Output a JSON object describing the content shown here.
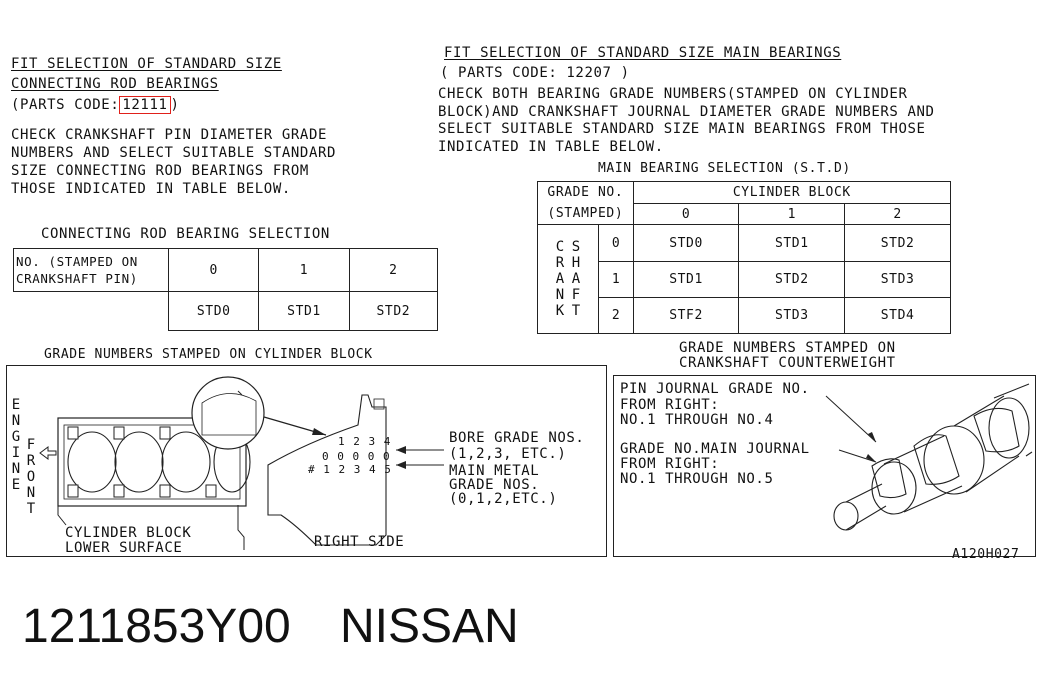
{
  "left": {
    "title_line1": "FIT SELECTION OF STANDARD SIZE",
    "title_line2": "CONNECTING ROD BEARINGS",
    "parts_code_prefix": "(PARTS CODE:",
    "parts_code": "12111",
    "parts_code_suffix": ")",
    "description": [
      "CHECK CRANKSHAFT PIN DIAMETER GRADE",
      "NUMBERS AND SELECT SUITABLE STANDARD",
      "SIZE CONNECTING ROD BEARINGS FROM",
      "THOSE INDICATED IN TABLE BELOW."
    ],
    "table_title": "CONNECTING ROD BEARING SELECTION",
    "table": {
      "header_line1": "NO. (STAMPED ON",
      "header_line2": "CRANKSHAFT PIN)",
      "grades": [
        "0",
        "1",
        "2"
      ],
      "bearings": [
        "STD0",
        "STD1",
        "STD2"
      ]
    }
  },
  "right": {
    "title": "FIT SELECTION OF STANDARD SIZE MAIN BEARINGS",
    "parts_code": "( PARTS CODE: 12207 )",
    "description": [
      "CHECK BOTH BEARING GRADE NUMBERS(STAMPED ON CYLINDER",
      "BLOCK)AND CRANKSHAFT JOURNAL DIAMETER GRADE NUMBERS AND",
      "SELECT SUITABLE STANDARD SIZE MAIN BEARINGS FROM THOSE",
      "INDICATED IN TABLE BELOW."
    ],
    "table_title": "MAIN BEARING SELECTION (S.T.D)",
    "table": {
      "grade_no": "GRADE NO.",
      "stamped": "(STAMPED)",
      "cylinder_block": "CYLINDER BLOCK",
      "cb_grades": [
        "0",
        "1",
        "2"
      ],
      "crank_label_1": "CRANK",
      "crank_label_2": "SHAFT",
      "rows": [
        {
          "grade": "0",
          "values": [
            "STD0",
            "STD1",
            "STD2"
          ]
        },
        {
          "grade": "1",
          "values": [
            "STD1",
            "STD2",
            "STD3"
          ]
        },
        {
          "grade": "2",
          "values": [
            "STF2",
            "STD3",
            "STD4"
          ]
        }
      ]
    }
  },
  "diagram_left": {
    "caption": "GRADE NUMBERS STAMPED ON CYLINDER BLOCK",
    "engine_label": "ENGINE",
    "front_label": "FRONT",
    "lower_surface_1": "CYLINDER BLOCK",
    "lower_surface_2": "LOWER SURFACE",
    "right_side": "RIGHT SIDE",
    "bore_grade_1": "BORE GRADE NOS.",
    "bore_grade_2": "(1,2,3, ETC.)",
    "main_metal_1": "MAIN METAL",
    "main_metal_2": "GRADE NOS.",
    "main_metal_3": "(0,1,2,ETC.)",
    "stamp_row1": "1 2 3 4",
    "stamp_row2": "0 0 0 0 0",
    "stamp_row3": "# 1 2 3 4 5"
  },
  "diagram_right": {
    "caption_1": "GRADE NUMBERS STAMPED ON",
    "caption_2": "CRANKSHAFT COUNTERWEIGHT",
    "pin_1": "PIN JOURNAL GRADE NO.",
    "pin_2": "FROM RIGHT:",
    "pin_3": "NO.1 THROUGH NO.4",
    "main_1": "GRADE NO.MAIN JOURNAL",
    "main_2": "FROM RIGHT:",
    "main_3": "NO.1 THROUGH NO.5",
    "figure_code": "A120H027"
  },
  "footer": {
    "part_number": "1211853Y00",
    "brand": "NISSAN"
  }
}
